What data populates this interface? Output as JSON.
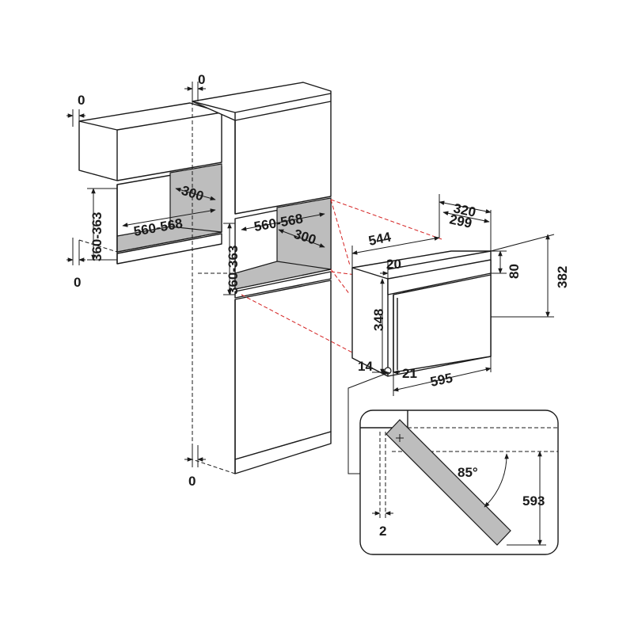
{
  "dimensions": {
    "wall_top_gap": "0",
    "wall_bottom_gap": "0",
    "wall_depth": "300",
    "wall_width": "560-568",
    "wall_height": "360-363",
    "tall_top_gap": "0",
    "tall_width": "560-568",
    "tall_depth": "300",
    "tall_height": "360-363",
    "tall_bottom_gap": "0",
    "oven_depth_total": "320",
    "oven_depth_body": "299",
    "oven_width_body": "544",
    "oven_top_offset": "20",
    "oven_panel_height": "80",
    "oven_total_height": "382",
    "oven_body_height": "348",
    "oven_side_gap": "14",
    "oven_door_thickness": "21",
    "oven_total_width": "595",
    "door_angle": "85°",
    "door_open_depth": "593",
    "door_gap": "2"
  }
}
